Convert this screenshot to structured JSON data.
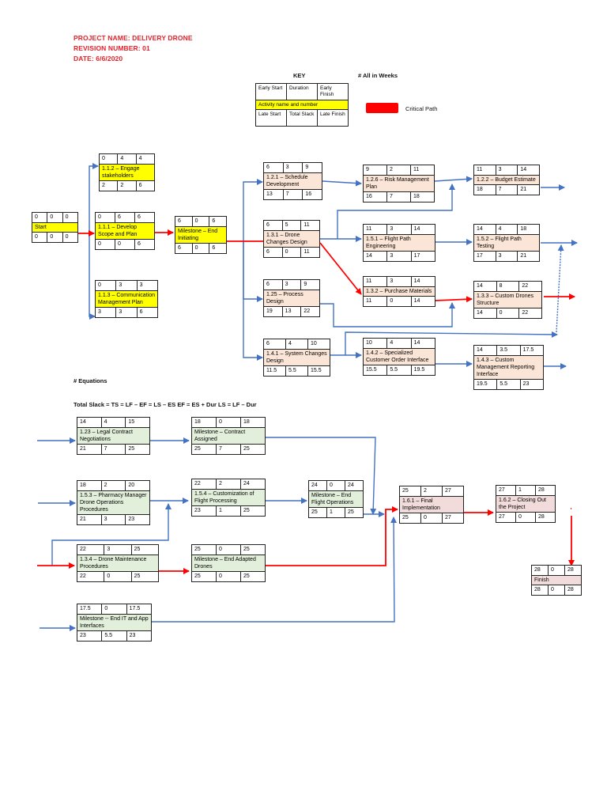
{
  "header": {
    "project_name": "PROJECT NAME: DELIVERY DRONE",
    "revision": "REVISION NUMBER: 01",
    "date": "DATE: 6/6/2020"
  },
  "key": {
    "title": "KEY",
    "units_note": "# All in Weeks",
    "early_start": "Early Start",
    "duration": "Duration",
    "early_finish": "Early Finish",
    "activity": "Activity name and number",
    "late_start": "Late Start",
    "total_slack": "Total Slack",
    "late_finish": "Late Finish",
    "critical_path_label": "Critical Path",
    "critical_color": "#ff0000",
    "normal_color": "#4472c4"
  },
  "equations": {
    "title": "# Equations",
    "text": "Total Slack = TS = LF – EF = LS – ES      EF = ES + Dur LS = LF – Dur"
  },
  "nodes": [
    {
      "id": "start",
      "name": "Start",
      "es": "0",
      "dur": "0",
      "ef": "0",
      "ls": "0",
      "ts": "0",
      "lf": "0"
    },
    {
      "id": "n112",
      "name": "1.1.2 – Engage stakeholders",
      "es": "0",
      "dur": "4",
      "ef": "4",
      "ls": "2",
      "ts": "2",
      "lf": "6"
    },
    {
      "id": "n111",
      "name": "1.1.1 – Develop Scope and Plan",
      "es": "0",
      "dur": "6",
      "ef": "6",
      "ls": "0",
      "ts": "0",
      "lf": "6"
    },
    {
      "id": "n113",
      "name": "1.1.3 – Communication Management Plan",
      "es": "0",
      "dur": "3",
      "ef": "3",
      "ls": "3",
      "ts": "3",
      "lf": "6"
    },
    {
      "id": "m_init",
      "name": "Milestone – End Initiating",
      "es": "6",
      "dur": "0",
      "ef": "6",
      "ls": "6",
      "ts": "0",
      "lf": "6"
    },
    {
      "id": "n121",
      "name": "1.2.1 – Schedule Development",
      "es": "6",
      "dur": "3",
      "ef": "9",
      "ls": "13",
      "ts": "7",
      "lf": "16"
    },
    {
      "id": "n131",
      "name": "1.3.1 – Drone Changes Design",
      "es": "6",
      "dur": "5",
      "ef": "11",
      "ls": "6",
      "ts": "0",
      "lf": "11"
    },
    {
      "id": "n125",
      "name": "1.25 – Process Design",
      "es": "6",
      "dur": "3",
      "ef": "9",
      "ls": "19",
      "ts": "13",
      "lf": "22"
    },
    {
      "id": "n141",
      "name": "1.4.1 – System Changes Design",
      "es": "6",
      "dur": "4",
      "ef": "10",
      "ls": "11.5",
      "ts": "5.5",
      "lf": "15.5"
    },
    {
      "id": "n126",
      "name": "1.2.6 – Risk Management Plan",
      "es": "9",
      "dur": "2",
      "ef": "11",
      "ls": "16",
      "ts": "7",
      "lf": "18"
    },
    {
      "id": "n151",
      "name": "1.5.1 – Flight Path Engineering",
      "es": "11",
      "dur": "3",
      "ef": "14",
      "ls": "14",
      "ts": "3",
      "lf": "17"
    },
    {
      "id": "n132",
      "name": "1.3.2 – Purchase Materials",
      "es": "11",
      "dur": "3",
      "ef": "14",
      "ls": "11",
      "ts": "0",
      "lf": "14"
    },
    {
      "id": "n142",
      "name": "1.4.2 – Specialized Customer Order Interface",
      "es": "10",
      "dur": "4",
      "ef": "14",
      "ls": "15.5",
      "ts": "5.5",
      "lf": "19.5"
    },
    {
      "id": "n122",
      "name": "1.2.2 – Budget Estimate",
      "es": "11",
      "dur": "3",
      "ef": "14",
      "ls": "18",
      "ts": "7",
      "lf": "21"
    },
    {
      "id": "n152",
      "name": "1.5.2 – Flight Path Testing",
      "es": "14",
      "dur": "4",
      "ef": "18",
      "ls": "17",
      "ts": "3",
      "lf": "21"
    },
    {
      "id": "n133",
      "name": "1.3.3 – Custom Drones Structure",
      "es": "14",
      "dur": "8",
      "ef": "22",
      "ls": "14",
      "ts": "0",
      "lf": "22"
    },
    {
      "id": "n143",
      "name": "1.4.3 – Custom Management Reporting Interface",
      "es": "14",
      "dur": "3.5",
      "ef": "17.5",
      "ls": "19.5",
      "ts": "5.5",
      "lf": "23"
    },
    {
      "id": "n123",
      "name": "1.23 – Legal Contract Negotiations",
      "es": "14",
      "dur": "4",
      "ef": "15",
      "ls": "21",
      "ts": "7",
      "lf": "25"
    },
    {
      "id": "m_contract",
      "name": "Milestone – Contract Assigned",
      "es": "18",
      "dur": "0",
      "ef": "18",
      "ls": "25",
      "ts": "7",
      "lf": "25"
    },
    {
      "id": "n153",
      "name": "1.5.3 – Pharmacy Manager Drone Operations Procedures",
      "es": "18",
      "dur": "2",
      "ef": "20",
      "ls": "21",
      "ts": "3",
      "lf": "23"
    },
    {
      "id": "n154",
      "name": "1.5.4 – Customization of Flight Processing",
      "es": "22",
      "dur": "2",
      "ef": "24",
      "ls": "23",
      "ts": "1",
      "lf": "25"
    },
    {
      "id": "m_flight",
      "name": "Milestone – End Flight Operations",
      "es": "24",
      "dur": "0",
      "ef": "24",
      "ls": "25",
      "ts": "1",
      "lf": "25"
    },
    {
      "id": "n134",
      "name": "1.3.4 – Drone Maintenance Procedures",
      "es": "22",
      "dur": "3",
      "ef": "25",
      "ls": "22",
      "ts": "0",
      "lf": "25"
    },
    {
      "id": "m_adapted",
      "name": "Milestone – End Adapted Drones",
      "es": "25",
      "dur": "0",
      "ef": "25",
      "ls": "25",
      "ts": "0",
      "lf": "25"
    },
    {
      "id": "m_it",
      "name": "Milestone -- End IT and App Interfaces",
      "es": "17.5",
      "dur": "0",
      "ef": "17.5",
      "ls": "23",
      "ts": "5.5",
      "lf": "23"
    },
    {
      "id": "n161",
      "name": "1.6.1 – Final Implementation",
      "es": "25",
      "dur": "2",
      "ef": "27",
      "ls": "25",
      "ts": "0",
      "lf": "27"
    },
    {
      "id": "n162",
      "name": "1.6.2 – Closing Out the Project",
      "es": "27",
      "dur": "1",
      "ef": "28",
      "ls": "27",
      "ts": "0",
      "lf": "28"
    },
    {
      "id": "finish",
      "name": "Finish",
      "es": "28",
      "dur": "0",
      "ef": "28",
      "ls": "28",
      "ts": "0",
      "lf": "28"
    }
  ]
}
